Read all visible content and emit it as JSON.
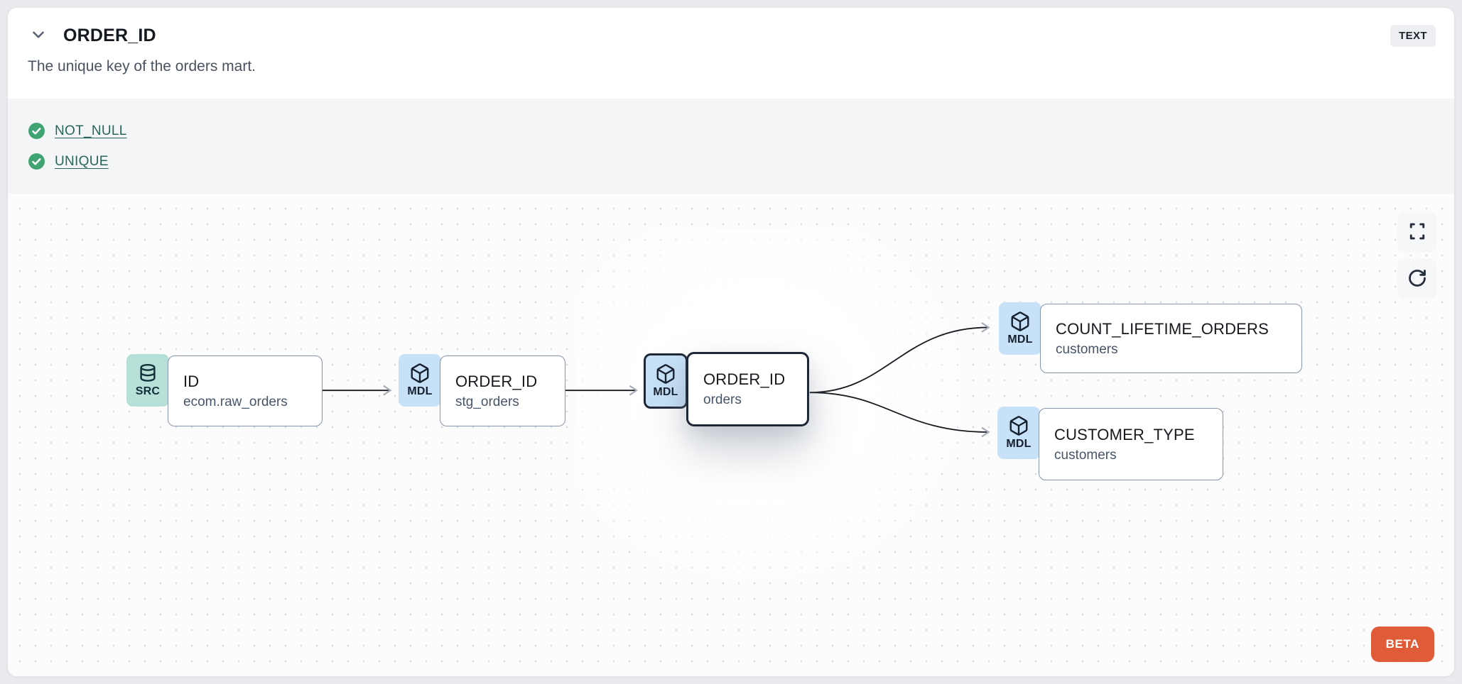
{
  "header": {
    "title": "ORDER_ID",
    "type_badge": "TEXT",
    "description": "The unique key of the orders mart.",
    "collapse_icon": "chevron-down-icon"
  },
  "tests": {
    "items": [
      {
        "label": "NOT_NULL",
        "status": "pass",
        "icon": "check-circle-icon"
      },
      {
        "label": "UNIQUE",
        "status": "pass",
        "icon": "check-circle-icon"
      }
    ]
  },
  "lineage": {
    "nodes": [
      {
        "kind": "SRC",
        "icon": "database-icon",
        "title": "ID",
        "subtitle": "ecom.raw_orders",
        "selected": false
      },
      {
        "kind": "MDL",
        "icon": "cube-icon",
        "title": "ORDER_ID",
        "subtitle": "stg_orders",
        "selected": false
      },
      {
        "kind": "MDL",
        "icon": "cube-icon",
        "title": "ORDER_ID",
        "subtitle": "orders",
        "selected": true
      },
      {
        "kind": "MDL",
        "icon": "cube-icon",
        "title": "COUNT_LIFETIME_ORDERS",
        "subtitle": "customers",
        "selected": false
      },
      {
        "kind": "MDL",
        "icon": "cube-icon",
        "title": "CUSTOMER_TYPE",
        "subtitle": "customers",
        "selected": false
      }
    ],
    "edges": [
      {
        "from": "ID (ecom.raw_orders)",
        "to": "ORDER_ID (stg_orders)"
      },
      {
        "from": "ORDER_ID (stg_orders)",
        "to": "ORDER_ID (orders)"
      },
      {
        "from": "ORDER_ID (orders)",
        "to": "COUNT_LIFETIME_ORDERS (customers)"
      },
      {
        "from": "ORDER_ID (orders)",
        "to": "CUSTOMER_TYPE (customers)"
      }
    ],
    "controls": [
      {
        "name": "fullscreen",
        "icon": "fullscreen-icon"
      },
      {
        "name": "refresh",
        "icon": "refresh-icon"
      }
    ],
    "beta_label": "BETA"
  },
  "colors": {
    "accent_orange": "#E05C39",
    "success_green": "#3FA372",
    "link_teal": "#27655A",
    "src_badge_bg": "#B7E0D9",
    "mdl_badge_bg": "#C7E2F8",
    "node_border": "#8695A8",
    "selected_border": "#1E2836",
    "edge": "#161A20",
    "arrowhead": "#A8AEB8",
    "tests_band_bg": "#F4F5F7",
    "type_badge_bg": "#ECEEF2",
    "canvas_dot": "#D9DBDF"
  }
}
